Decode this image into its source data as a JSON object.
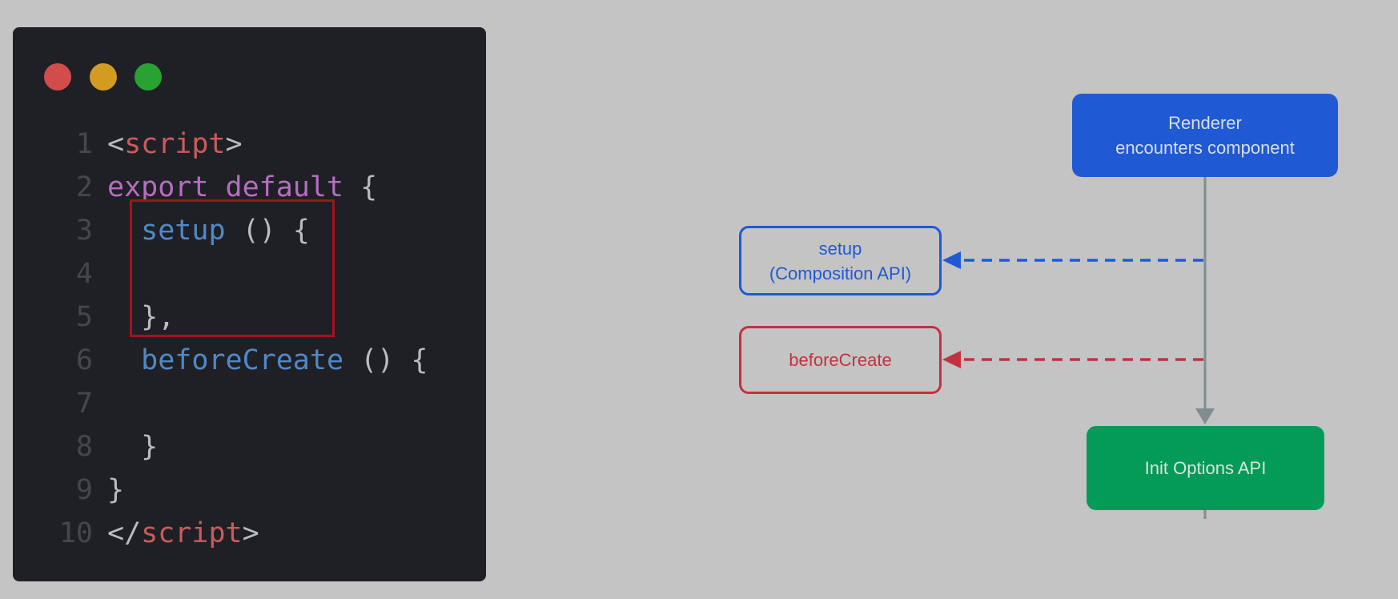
{
  "colors": {
    "background": "#c4c4c4",
    "editor_bg": "#1e2026",
    "dot_red": "#d24c4c",
    "dot_yellow": "#d49b22",
    "dot_green": "#27a233",
    "line_number": "#44474f",
    "punctuation": "#b8bcc4",
    "tag": "#cd5b5b",
    "keyword": "#b56ec0",
    "function": "#5189c7",
    "highlight_box": "#a8101a",
    "renderer": "#1f5ad4",
    "setup": "#1f5ad4",
    "before_create": "#c4313f",
    "init_options": "#049a58",
    "flow_line": "#7f8d91"
  },
  "code_lines": [
    {
      "number": "1",
      "tokens": [
        {
          "text": "<",
          "kind": "punctuation"
        },
        {
          "text": "script",
          "kind": "tag"
        },
        {
          "text": ">",
          "kind": "punctuation"
        }
      ]
    },
    {
      "number": "2",
      "tokens": [
        {
          "text": "export default",
          "kind": "keyword"
        },
        {
          "text": " {",
          "kind": "punctuation"
        }
      ]
    },
    {
      "number": "3",
      "tokens": [
        {
          "text": "  ",
          "kind": "punctuation"
        },
        {
          "text": "setup",
          "kind": "function"
        },
        {
          "text": " () {",
          "kind": "punctuation"
        }
      ]
    },
    {
      "number": "4",
      "tokens": []
    },
    {
      "number": "5",
      "tokens": [
        {
          "text": "  },",
          "kind": "punctuation"
        }
      ]
    },
    {
      "number": "6",
      "tokens": [
        {
          "text": "  ",
          "kind": "punctuation"
        },
        {
          "text": "beforeCreate",
          "kind": "function"
        },
        {
          "text": " () {",
          "kind": "punctuation"
        }
      ]
    },
    {
      "number": "7",
      "tokens": []
    },
    {
      "number": "8",
      "tokens": [
        {
          "text": "  }",
          "kind": "punctuation"
        }
      ]
    },
    {
      "number": "9",
      "tokens": [
        {
          "text": "}",
          "kind": "punctuation"
        }
      ]
    },
    {
      "number": "10",
      "tokens": [
        {
          "text": "</",
          "kind": "punctuation"
        },
        {
          "text": "script",
          "kind": "tag"
        },
        {
          "text": ">",
          "kind": "punctuation"
        }
      ]
    }
  ],
  "diagram": {
    "renderer": "Renderer\nencounters component",
    "setup": "setup\n(Composition API)",
    "before_create": "beforeCreate",
    "init_options": "Init Options API"
  }
}
